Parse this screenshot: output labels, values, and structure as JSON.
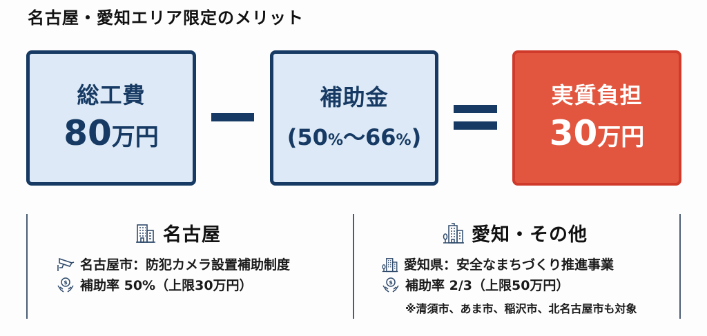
{
  "title": "名古屋・愛知エリア限定のメリット",
  "colors": {
    "navy": "#163a63",
    "light_blue_fill": "#dde9f6",
    "red_fill": "#e2563f",
    "red_border": "#cf3a2a",
    "divider": "#4a5d75",
    "icon": "#2f4a6b"
  },
  "equation": {
    "total": {
      "label": "総工費",
      "amount": "80",
      "unit": "万円"
    },
    "operator_minus": "−",
    "subsidy": {
      "label": "補助金",
      "range_open": "(",
      "from": "50",
      "pct1": "%",
      "tilde": "〜",
      "to": "66",
      "pct2": "%",
      "range_close": ")"
    },
    "operator_equals": "=",
    "net": {
      "label": "実質負担",
      "amount": "30",
      "unit": "万円"
    }
  },
  "sections": {
    "nagoya": {
      "heading": "名古屋",
      "heading_icon": "office-building-icon",
      "items": [
        {
          "icon": "security-camera-icon",
          "text": "名古屋市：防犯カメラ設置補助制度"
        },
        {
          "icon": "money-hands-icon",
          "text": "補助率 50%（上限30万円）"
        }
      ]
    },
    "aichi": {
      "heading": "愛知・その他",
      "heading_icon": "city-buildings-icon",
      "items": [
        {
          "icon": "city-buildings-icon",
          "text": "愛知県：安全なまちづくり推進事業"
        },
        {
          "icon": "money-hands-icon",
          "text": "補助率 2/3（上限50万円）"
        }
      ],
      "note": "※清須市、あま市、稲沢市、北名古屋市も対象"
    }
  }
}
